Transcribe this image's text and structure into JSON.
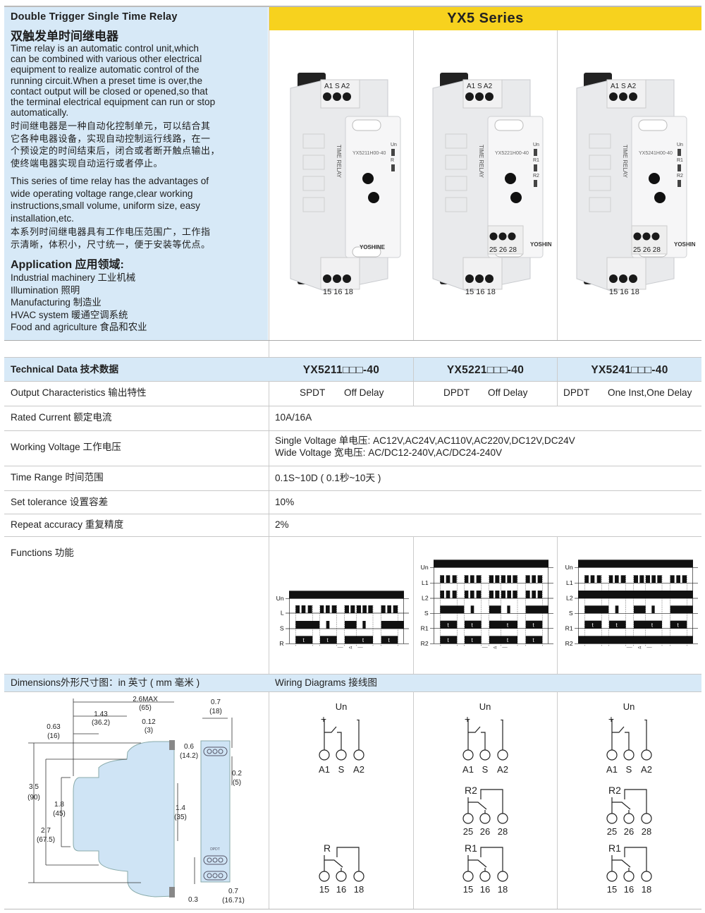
{
  "intro": {
    "title_en": "Double Trigger Single Time Relay",
    "title_zh": "双触发单时间继电器",
    "desc_en": [
      "Time relay is an automatic control unit,which",
      "can be combined with various other electrical",
      "equipment to realize automatic control of the",
      "running circuit.When a preset time is over,the",
      "contact output will be closed or opened,so that",
      "the terminal electrical equipment can run or stop",
      "automatically."
    ],
    "desc_zh": [
      "时间继电器是一种自动化控制单元，可以结合其",
      "它各种电器设备，实现自动控制运行线路，在一",
      "个预设定的时间结束后，闭合或者断开触点输出，",
      "使终端电器实现自动运行或者停止。"
    ],
    "adv_en": [
      "This series of time relay has the advantages of",
      "wide operating voltage range,clear working",
      "instructions,small volume, uniform size, easy",
      "installation,etc."
    ],
    "adv_zh": [
      "本系列时间继电器具有工作电压范围广，工作指",
      "示清晰，体积小，尺寸统一，便于安装等优点。"
    ],
    "application_heading": "Application 应用领域:",
    "applications": [
      "Industrial machinery 工业机械",
      "Illumination 照明",
      "Manufacturing 制造业",
      "HVAC system 暖通空调系统",
      "Food and agriculture 食品和农业"
    ]
  },
  "series_title": "YX5 Series",
  "products": [
    {
      "model_label": "YX5211H00-40",
      "top_terminals": "A1  S  A2",
      "bottom_terminals": "15 16 18",
      "mid_terminals": "",
      "leds": [
        "Un",
        "R"
      ],
      "brand": "YOSHINE",
      "side_text": "TIME RELAY"
    },
    {
      "model_label": "YX5221H00-40",
      "top_terminals": "A1  S  A2",
      "bottom_terminals": "15 16 18",
      "mid_terminals": "25 26 28",
      "leds": [
        "Un",
        "R1",
        "R2"
      ],
      "brand": "YOSHINE",
      "side_text": "TIME RELAY"
    },
    {
      "model_label": "YX5241H00-40",
      "top_terminals": "A1  S  A2",
      "bottom_terminals": "15 16 18",
      "mid_terminals": "25 26 28",
      "leds": [
        "Un",
        "R1",
        "R2"
      ],
      "brand": "YOSHINE",
      "side_text": "TIME RELAY"
    }
  ],
  "table": {
    "header_label": "Technical Data 技术数据",
    "models": [
      "YX5211□□□-40",
      "YX5221□□□-40",
      "YX5241□□□-40"
    ],
    "output": {
      "label": "Output Characteristics 输出特性",
      "values": [
        [
          "SPDT",
          "Off Delay"
        ],
        [
          "DPDT",
          "Off Delay"
        ],
        [
          "DPDT",
          "One Inst,One Delay"
        ]
      ]
    },
    "rated_current": {
      "label": "Rated Current 额定电流",
      "value": "10A/16A"
    },
    "working_voltage": {
      "label": "Working Voltage 工作电压",
      "line1": "Single Voltage 单电压: AC12V,AC24V,AC110V,AC220V,DC12V,DC24V",
      "line2": "Wide Voltage 宽电压: AC/DC12-240V,AC/DC24-240V"
    },
    "time_range": {
      "label": "Time Range 时间范围",
      "value": "0.1S~10D ( 0.1秒~10天 )"
    },
    "tolerance": {
      "label": "Set tolerance 设置容差",
      "value": "10%"
    },
    "repeat": {
      "label": "Repeat accuracy 重复精度",
      "value": "2%"
    },
    "functions": {
      "label": "Functions 功能"
    }
  },
  "timing": [
    {
      "signals": [
        "Un",
        "L",
        "S",
        "R"
      ],
      "pulse_label": "t",
      "gap_label": "<t"
    },
    {
      "signals": [
        "Un",
        "L1",
        "L2",
        "S",
        "R1",
        "R2"
      ],
      "pulse_label": "t",
      "gap_label": "<t"
    },
    {
      "signals": [
        "Un",
        "L1",
        "L2",
        "S",
        "R1",
        "R2"
      ],
      "pulse_label": "t",
      "gap_label": "<t"
    }
  ],
  "dimensions": {
    "heading": "Dimensions外形尺寸图：in 英寸 ( mm 毫米 )",
    "labels": {
      "overall_width": [
        "2.6MAX",
        "(65)"
      ],
      "w143": [
        "1.43",
        "(36.2)"
      ],
      "w063": [
        "0.63",
        "(16)"
      ],
      "w012": [
        "0.12",
        "(3)"
      ],
      "h35": [
        "3.5",
        "(90)"
      ],
      "h27": [
        "2.7",
        "(67.5)"
      ],
      "h18": [
        "1.8",
        "(45)"
      ],
      "h14": [
        "1.4",
        "(35)"
      ],
      "side_w": [
        "0.7",
        "(18)"
      ],
      "side_06": [
        "0.6",
        "(14.2)"
      ],
      "side_02": [
        "0.2",
        "(5)"
      ],
      "side_03": "0.3",
      "side_07b": [
        "0.7",
        "(16.71)"
      ],
      "side_tag": "DPDT"
    }
  },
  "wiring": {
    "heading": "Wiring Diagrams 接线图",
    "supply": "Un",
    "plus": "+",
    "minus": "-",
    "inputs": [
      "A1",
      "S",
      "A2"
    ],
    "r_label": "R",
    "r1_label": "R1",
    "r2_label": "R2",
    "r1_terms": [
      "15",
      "16",
      "18"
    ],
    "r2_terms": [
      "25",
      "26",
      "28"
    ]
  },
  "colors": {
    "panel": "#d7e9f7",
    "series_bar": "#f7d21e",
    "drawing_fill": "#cfe4f5"
  }
}
